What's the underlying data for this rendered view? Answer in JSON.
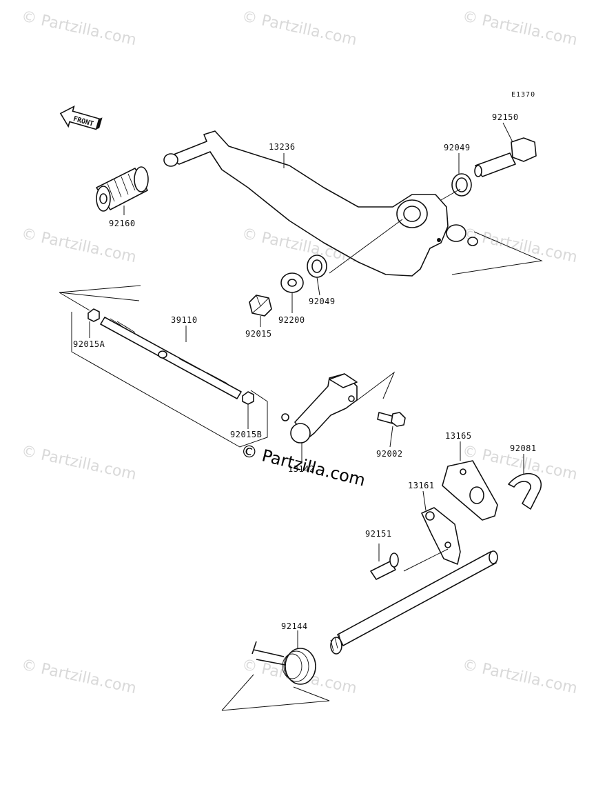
{
  "diagram": {
    "code": "E1370",
    "front_label": "FRONT",
    "parts": [
      {
        "id": "p13236",
        "number": "13236"
      },
      {
        "id": "p92150",
        "number": "92150"
      },
      {
        "id": "p92049a",
        "number": "92049"
      },
      {
        "id": "p92160",
        "number": "92160"
      },
      {
        "id": "p92049b",
        "number": "92049"
      },
      {
        "id": "p92200",
        "number": "92200"
      },
      {
        "id": "p92015",
        "number": "92015"
      },
      {
        "id": "p39110",
        "number": "39110"
      },
      {
        "id": "p92015A",
        "number": "92015A"
      },
      {
        "id": "p92015B",
        "number": "92015B"
      },
      {
        "id": "p92002",
        "number": "92002"
      },
      {
        "id": "p13142",
        "number": "13142"
      },
      {
        "id": "p13165",
        "number": "13165"
      },
      {
        "id": "p92081",
        "number": "92081"
      },
      {
        "id": "p13161",
        "number": "13161"
      },
      {
        "id": "p92151",
        "number": "92151"
      },
      {
        "id": "p92144",
        "number": "92144"
      }
    ]
  },
  "watermark": {
    "text": "© Partzilla.com",
    "main_text": "© Partzilla.com"
  }
}
